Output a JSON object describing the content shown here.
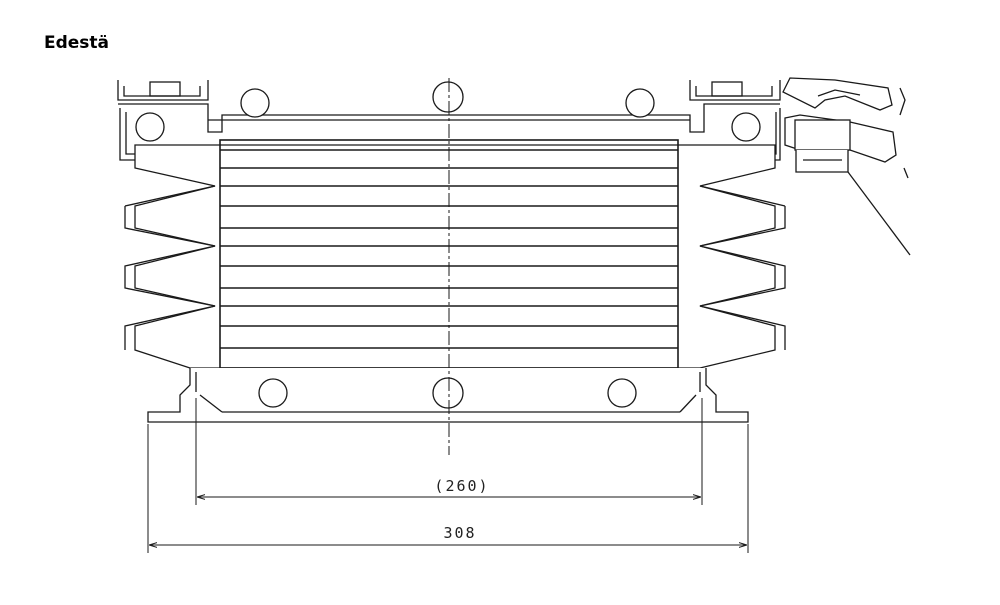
{
  "title": "Edestä",
  "dimensions": {
    "inner": "(260)",
    "outer": "308"
  },
  "colors": {
    "line": "#1a1a1a",
    "fill": "#ffffff",
    "text": "#000000"
  }
}
